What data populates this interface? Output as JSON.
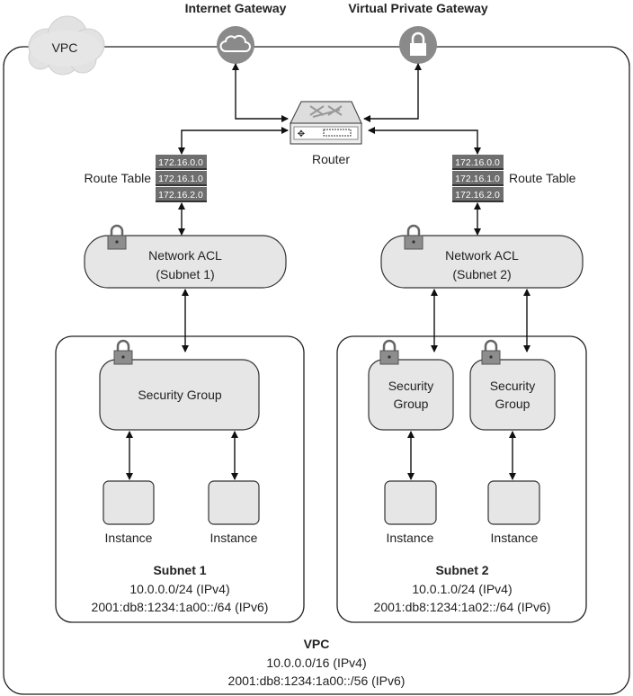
{
  "gateways": {
    "internet": {
      "label": "Internet Gateway",
      "icon": "cloud-icon"
    },
    "vpn": {
      "label": "Virtual Private Gateway",
      "icon": "lock-icon"
    }
  },
  "vpc_cloud_label": "VPC",
  "router": {
    "label": "Router"
  },
  "route_tables": [
    {
      "label": "Route Table",
      "entries": [
        "172.16.0.0",
        "172.16.1.0",
        "172.16.2.0"
      ]
    },
    {
      "label": "Route Table",
      "entries": [
        "172.16.0.0",
        "172.16.1.0",
        "172.16.2.0"
      ]
    }
  ],
  "acls": [
    {
      "title": "Network ACL",
      "subtitle": "(Subnet 1)"
    },
    {
      "title": "Network ACL",
      "subtitle": "(Subnet 2)"
    }
  ],
  "subnets": [
    {
      "name": "Subnet 1",
      "ipv4": "10.0.0.0/24 (IPv4)",
      "ipv6": "2001:db8:1234:1a00::/64 (IPv6)",
      "security_groups": [
        {
          "line1": "Security Group"
        }
      ],
      "instances": [
        "Instance",
        "Instance"
      ]
    },
    {
      "name": "Subnet 2",
      "ipv4": "10.0.1.0/24 (IPv4)",
      "ipv6": "2001:db8:1234:1a02::/64 (IPv6)",
      "security_groups": [
        {
          "line1": "Security",
          "line2": "Group"
        },
        {
          "line1": "Security",
          "line2": "Group"
        }
      ],
      "instances": [
        "Instance",
        "Instance"
      ]
    }
  ],
  "vpc": {
    "name": "VPC",
    "ipv4": "10.0.0.0/16 (IPv4)",
    "ipv6": "2001:db8:1234:1a00::/56 (IPv6)"
  },
  "colors": {
    "gateway": "#8a8a8a",
    "route_table": "#6e6e6e",
    "box_fill": "#e6e6e6"
  }
}
